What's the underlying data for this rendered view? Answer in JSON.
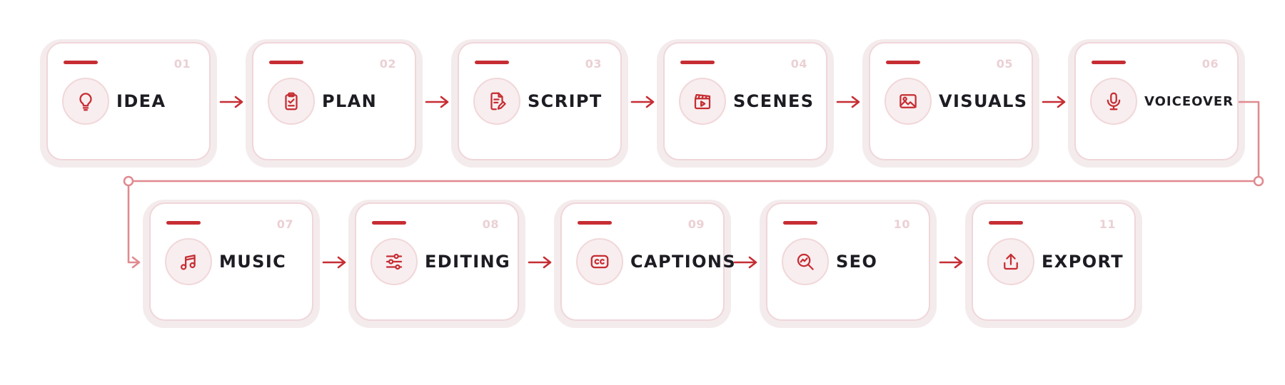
{
  "colors": {
    "accent": "#c62d33",
    "connector": "#e08a90",
    "card_border": "#f0d6da",
    "icon_bg": "#f8eeef",
    "number": "#ebd0d4",
    "label": "#1c1c22"
  },
  "steps": [
    {
      "num": "01",
      "label": "IDEA",
      "icon": "lightbulb-icon"
    },
    {
      "num": "02",
      "label": "PLAN",
      "icon": "clipboard-check-icon"
    },
    {
      "num": "03",
      "label": "SCRIPT",
      "icon": "document-edit-icon"
    },
    {
      "num": "04",
      "label": "SCENES",
      "icon": "clapperboard-icon"
    },
    {
      "num": "05",
      "label": "VISUALS",
      "icon": "image-icon"
    },
    {
      "num": "06",
      "label": "VOICEOVER",
      "icon": "microphone-icon"
    },
    {
      "num": "07",
      "label": "MUSIC",
      "icon": "music-note-icon"
    },
    {
      "num": "08",
      "label": "EDITING",
      "icon": "sliders-icon"
    },
    {
      "num": "09",
      "label": "CAPTIONS",
      "icon": "closed-captions-icon"
    },
    {
      "num": "10",
      "label": "SEO",
      "icon": "search-analytics-icon"
    },
    {
      "num": "11",
      "label": "EXPORT",
      "icon": "upload-icon"
    }
  ]
}
